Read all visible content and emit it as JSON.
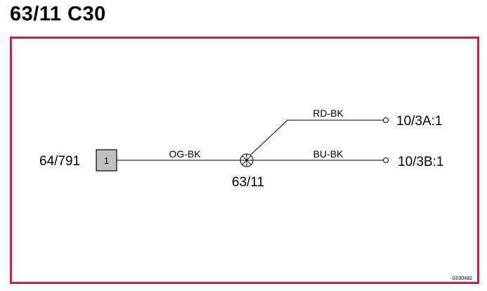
{
  "title": "63/11 C30",
  "colors": {
    "frame": "#cc1f45",
    "connector_fill": "#c0c0c0",
    "line": "#000000"
  },
  "diagram": {
    "source_connector": {
      "label": "64/791",
      "pin": "1"
    },
    "splice": {
      "label": "63/11",
      "icon": "splice-circle-cross-icon"
    },
    "wires": {
      "input": "OG-BK",
      "branch_upper": "RD-BK",
      "branch_lower": "BU-BK"
    },
    "terminals": {
      "upper": "10/3A:1",
      "lower": "10/3B:1"
    },
    "reference_code": "G030482"
  }
}
